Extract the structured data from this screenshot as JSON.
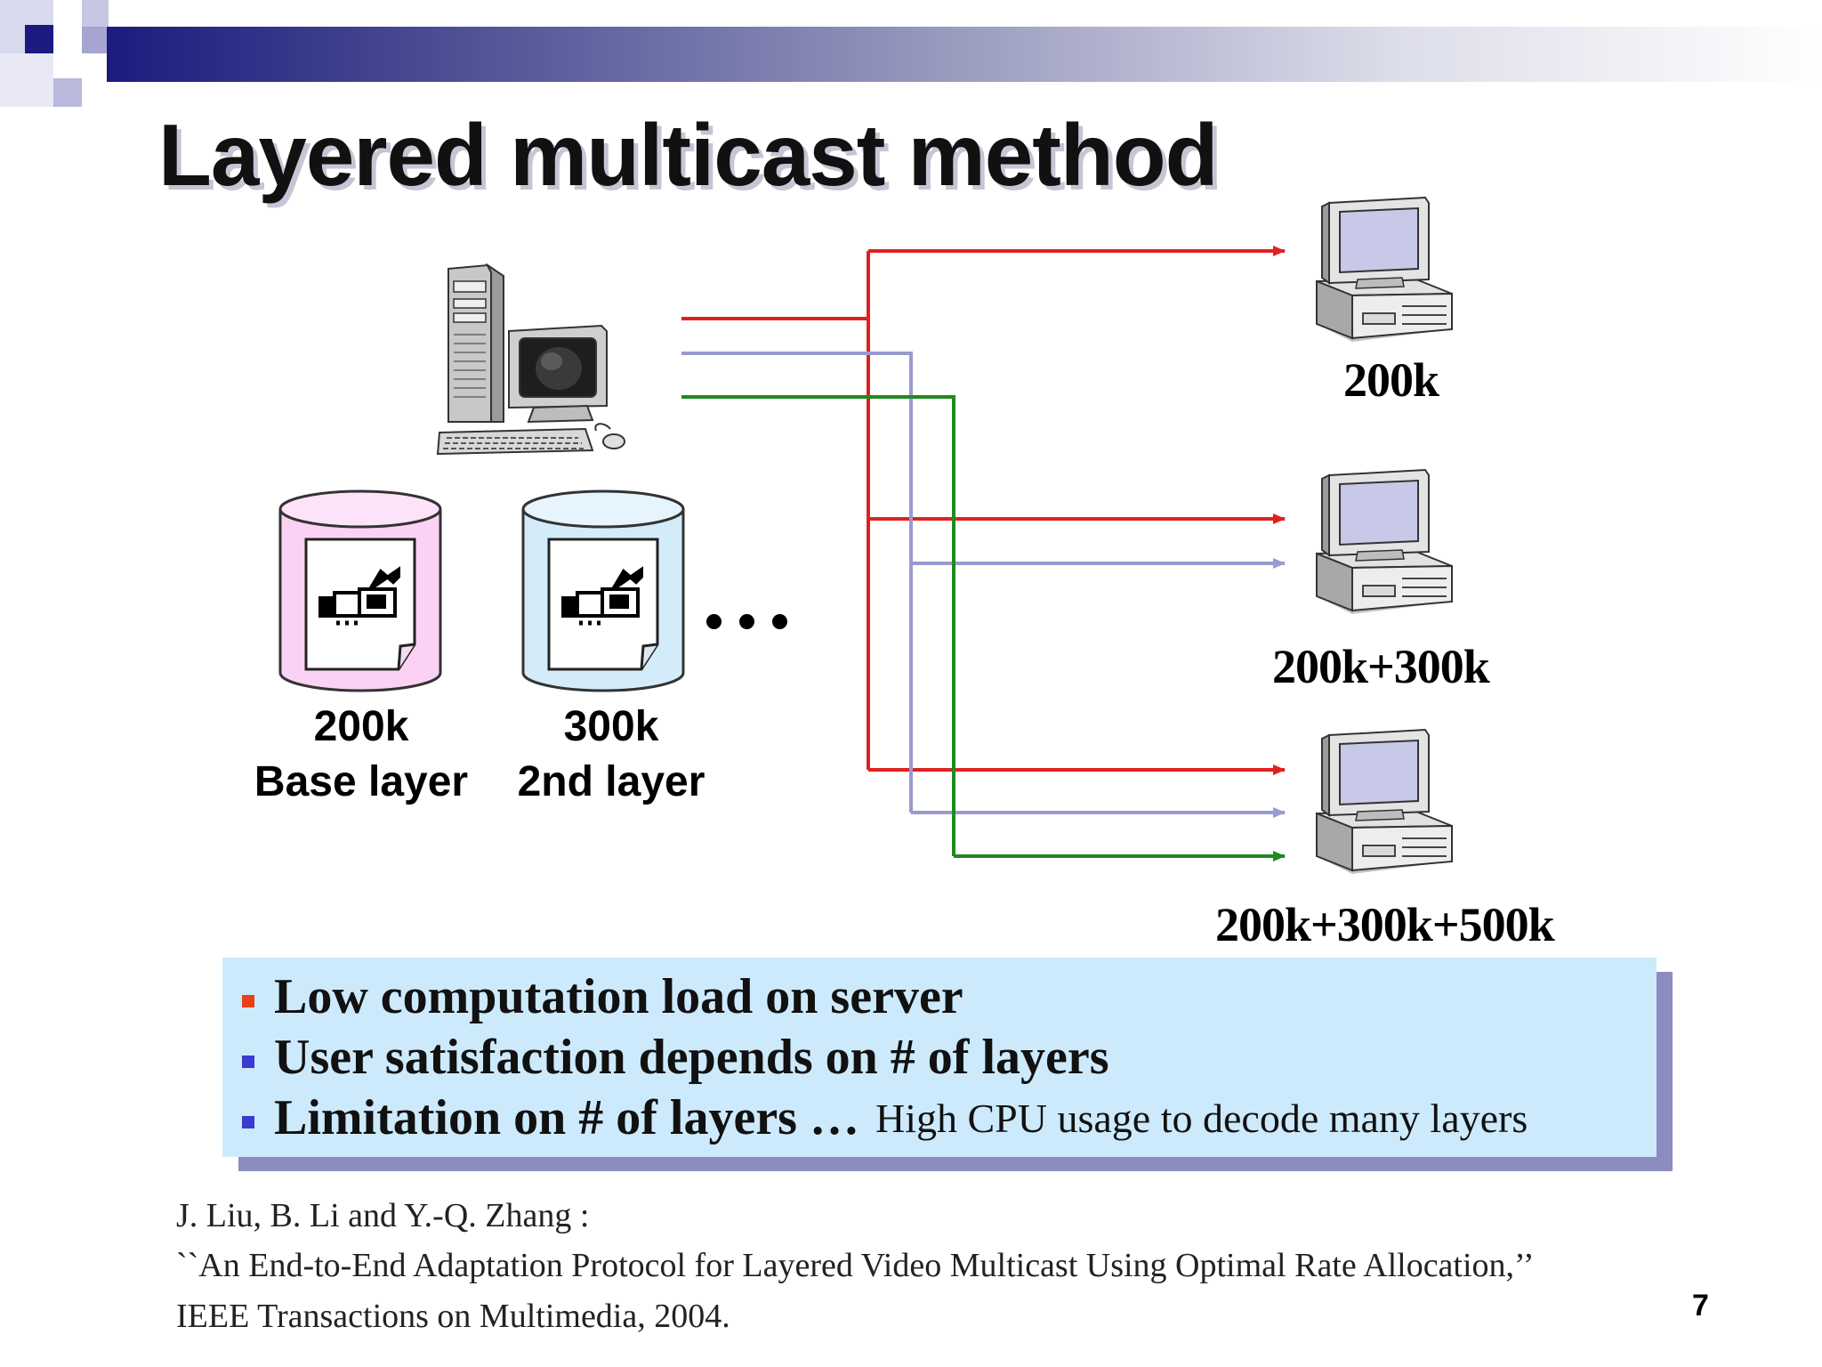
{
  "slide": {
    "title": "Layered multicast method",
    "page_number": "7"
  },
  "layers": [
    {
      "rate": "200k",
      "name": "Base layer",
      "color": "#fcd2f4"
    },
    {
      "rate": "300k",
      "name": "2nd layer",
      "color": "#d4ecfa"
    }
  ],
  "ellipsis": "...",
  "clients": [
    {
      "label": "200k",
      "streams": [
        "red"
      ]
    },
    {
      "label": "200k+300k",
      "streams": [
        "red",
        "lavender"
      ]
    },
    {
      "label": "200k+300k+500k",
      "streams": [
        "red",
        "lavender",
        "green"
      ]
    }
  ],
  "stream_colors": {
    "red": "#e02020",
    "lavender": "#9a9ad0",
    "green": "#1f8a1f"
  },
  "bullets": [
    {
      "text": "Low computation load on server",
      "note": "",
      "marker_color": "#e8401a"
    },
    {
      "text": "User satisfaction depends on # of layers",
      "note": "",
      "marker_color": "#3a3ad0"
    },
    {
      "text": "Limitation on # of layers …",
      "note": "High CPU usage to decode many layers",
      "marker_color": "#3a3ad0"
    }
  ],
  "reference": {
    "authors": "J. Liu, B. Li and Y.-Q. Zhang :",
    "title": "``An End-to-End Adaptation Protocol for Layered Video Multicast Using Optimal Rate Allocation,’’",
    "venue": "IEEE Transactions on Multimedia, 2004."
  },
  "icons": [
    "server-computer-icon",
    "video-camera-icon",
    "client-computer-icon"
  ]
}
